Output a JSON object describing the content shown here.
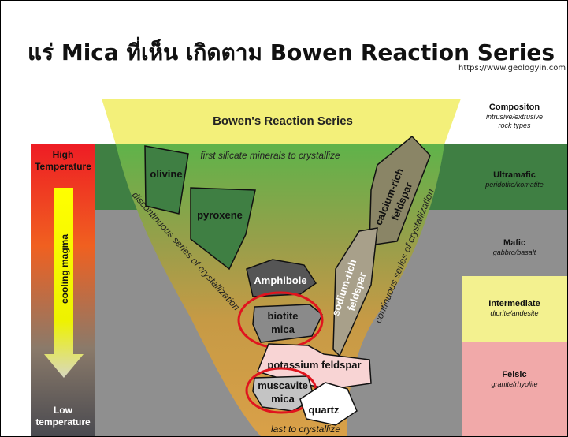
{
  "slide": {
    "title": "แร่ Mica ที่เห็น เกิดตาม Bowen Reaction Series",
    "source": "https://www.geologyin.com"
  },
  "diagram": {
    "header": "Bowen's Reaction Series",
    "top_text": "first silicate minerals to crystallize",
    "bottom_text": "last to crystallize",
    "left_series": "discontinuous series of crystallization",
    "right_series": "continuous series of crystallization",
    "temperature": {
      "high": [
        "High",
        "Temperature"
      ],
      "low": [
        "Low",
        "temperature"
      ],
      "arrow_label": "cooling magma"
    },
    "minerals": {
      "olivine": "olivine",
      "pyroxene": "pyroxene",
      "amphibole": "Amphibole",
      "biotite": [
        "biotite",
        "mica"
      ],
      "potassium_feldspar": "potassium feldspar",
      "muscovite": [
        "muscavite",
        "mica"
      ],
      "quartz": "quartz",
      "calcium_feldspar": [
        "calcium-rich",
        "feldspar"
      ],
      "sodium_feldspar": [
        "sodium-rich",
        "feldspar"
      ]
    },
    "composition": {
      "header": {
        "title": "Compositon",
        "subtitle": [
          "intrusive/extrusive",
          "rock types"
        ]
      },
      "bands": [
        {
          "name": "Ultramafic",
          "rocks": "peridotite/komatite",
          "color": "#3f7f43"
        },
        {
          "name": "Mafic",
          "rocks": "gabbro/basalt",
          "color": "#8f8f8f"
        },
        {
          "name": "Intermediate",
          "rocks": "diorite/andesite",
          "color": "#f3f18f"
        },
        {
          "name": "Felsic",
          "rocks": "granite/rhyolite",
          "color": "#f1a9a9"
        }
      ]
    },
    "highlight_color": "#e0141e"
  }
}
